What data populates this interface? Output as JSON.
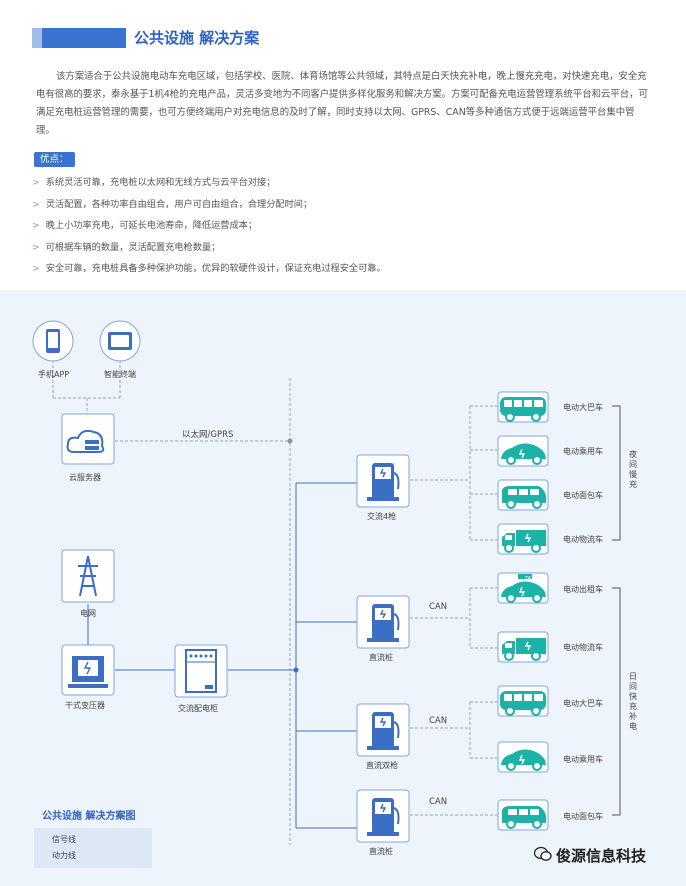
{
  "header": {
    "title": "公共设施 解决方案"
  },
  "intro": "该方案适合于公共设施电动车充电区域，包括学校、医院、体育场馆等公共领域，其特点是白天快充补电，晚上慢充充电，对快速充电，安全充电有很高的要求，泰永基于1机4枪的充电产品，灵活多变地为不同客户提供多样化服务和解决方案。方案可配备充电运营管理系统平台和云平台，可满足充电桩运营管理的需要，也可方便终端用户对充电信息的及时了解，同时支持以太网、GPRS、CAN等多种通信方式便于远端运营平台集中管理。",
  "advantages": {
    "badge": "优点：",
    "items": [
      "系统灵活可靠，充电桩以太网和无线方式与云平台对接；",
      "灵活配置，各种功率自由组合，用户可自由组合，合理分配时间；",
      "晚上小功率充电，可延长电池寿命，降低运营成本；",
      "可根据车辆的数量，灵活配置充电枪数量；",
      "安全可靠，充电桩具备多种保护功能，优异的软硬件设计，保证充电过程安全可靠。"
    ]
  },
  "diagram": {
    "phone_app": "手机APP",
    "smart_terminal": "智能终端",
    "cloud_server": "云服务器",
    "ethernet_gprs": "以太网/GPRS",
    "grid": "电网",
    "transformer": "干式变压器",
    "ac_cabinet": "交流配电柜",
    "chargers": [
      {
        "label": "交流4枪"
      },
      {
        "label": "直流桩"
      },
      {
        "label": "直流双枪"
      },
      {
        "label": "直流桩"
      }
    ],
    "can": "CAN",
    "vehicles_night": [
      "电动大巴车",
      "电动乘用车",
      "电动面包车",
      "电动物流车"
    ],
    "vehicles_day": [
      "电动出租车",
      "电动物流车",
      "电动大巴车",
      "电动乘用车",
      "电动面包车"
    ],
    "night_label": "夜间慢充",
    "day_label": "日间快充补电",
    "taxi_text": "TAXI"
  },
  "legend": {
    "title": "公共设施 解决方案图",
    "signal": "信号线",
    "power": "动力线"
  },
  "watermark": "俊源信息科技",
  "colors": {
    "accent": "#3a73d0",
    "teal": "#1db2a8",
    "line": "#3b6fc6",
    "dash": "#9aa5b3"
  }
}
